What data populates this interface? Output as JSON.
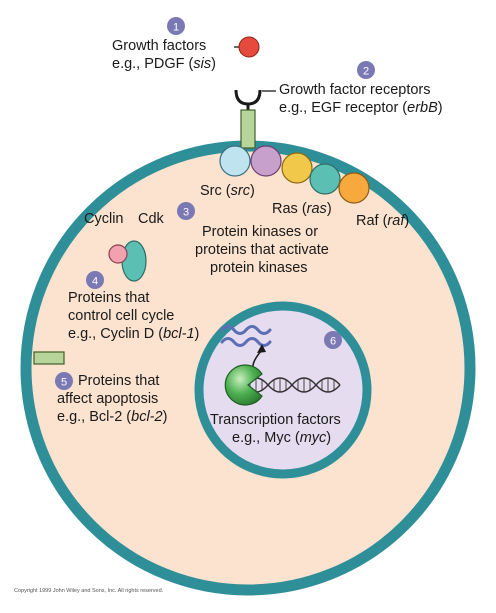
{
  "colors": {
    "cell_fill": "#fbe3cf",
    "membrane": "#2f8f98",
    "nucleus_fill": "#e6dcef",
    "number_badge": "#7b79b4",
    "growth_factor": "#e64a3c",
    "receptor": "#b7d49a",
    "src_ball": "#bfe4ef",
    "purple_ball": "#c8a0cc",
    "ras_ball": "#f2c84b",
    "raf_ball": "#f7a93d",
    "cyclin": "#f2a1b0",
    "cdk": "#5bbfb4",
    "tf": "#4caf50",
    "mrna": "#5b6fb4"
  },
  "badges": [
    "1",
    "2",
    "3",
    "4",
    "5",
    "6"
  ],
  "labels": {
    "growth_factors": {
      "line1": "Growth factors",
      "line2_pre": "e.g., PDGF (",
      "line2_gene": "sis",
      "line2_post": ")"
    },
    "receptors": {
      "line1": "Growth factor receptors",
      "line2_pre": "e.g., EGF receptor (",
      "line2_gene": "erbB",
      "line2_post": ")"
    },
    "src": {
      "pre": "Src (",
      "gene": "src",
      "post": ")"
    },
    "ras": {
      "pre": "Ras (",
      "gene": "ras",
      "post": ")"
    },
    "raf": {
      "pre": "Raf (",
      "gene": "raf",
      "post": ")"
    },
    "cyclin": "Cyclin",
    "cdk": "Cdk",
    "kinases": {
      "line1": "Protein kinases or",
      "line2": "proteins that activate",
      "line3": "protein kinases"
    },
    "cell_cycle": {
      "line1": "Proteins that",
      "line2": "control cell cycle",
      "line3_pre": "e.g., Cyclin D (",
      "line3_gene": "bcl-1",
      "line3_post": ")"
    },
    "apoptosis": {
      "line1": "Proteins that",
      "line2": "affect apoptosis",
      "line3_pre": "e.g., Bcl-2 (",
      "line3_gene": "bcl-2",
      "line3_post": ")"
    },
    "transcription": {
      "line1": "Transcription factors",
      "line2_pre": "e.g., Myc (",
      "line2_gene": "myc",
      "line2_post": ")"
    }
  },
  "copyright": "Copyright 1999 John Wiley and Sons, Inc. All rights reserved."
}
